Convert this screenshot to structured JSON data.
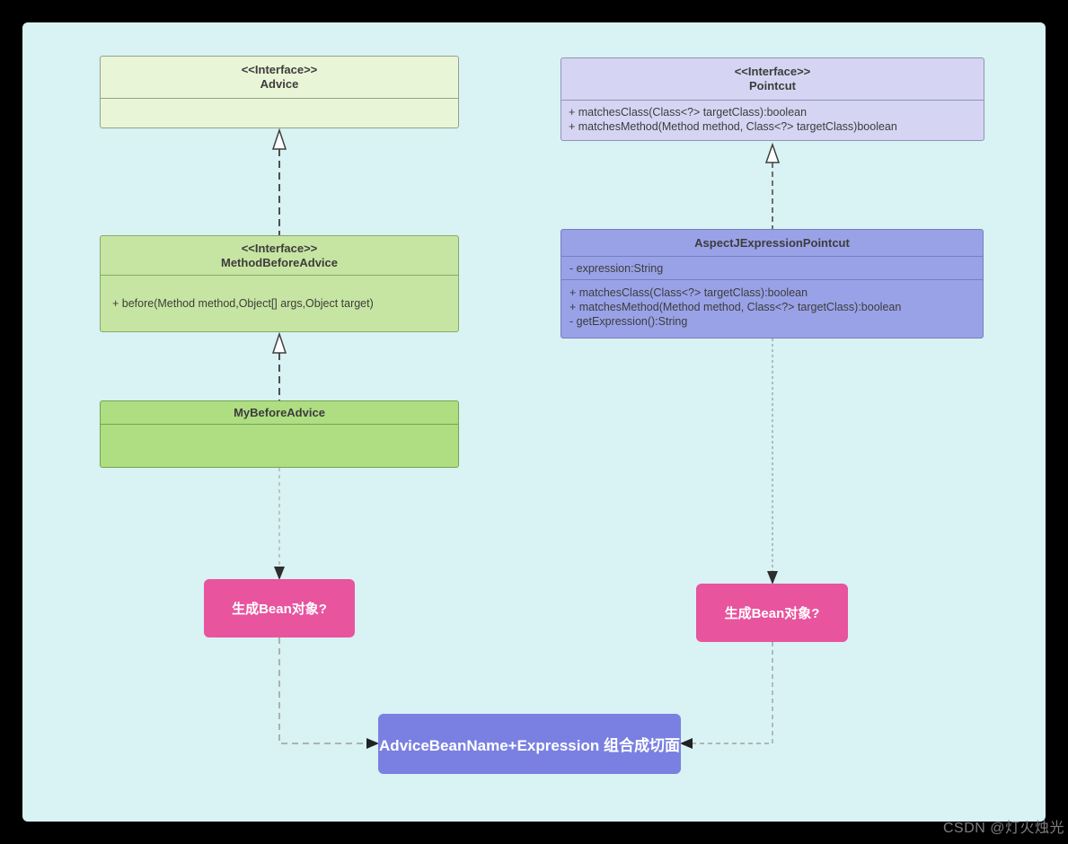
{
  "diagram": {
    "advice": {
      "stereotype": "<<Interface>>",
      "name": "Advice",
      "attributes": [],
      "methods": []
    },
    "method_before_advice": {
      "stereotype": "<<Interface>>",
      "name": "MethodBeforeAdvice",
      "attributes": [],
      "methods": [
        "+ before(Method method,Object[] args,Object target)"
      ]
    },
    "my_before_advice": {
      "name": "MyBeforeAdvice",
      "attributes": [],
      "methods": []
    },
    "pointcut": {
      "stereotype": "<<Interface>>",
      "name": "Pointcut",
      "attributes": [],
      "methods": [
        "+ matchesClass(Class<?> targetClass):boolean",
        "+ matchesMethod(Method method, Class<?> targetClass)boolean"
      ]
    },
    "aspectj_expression_pointcut": {
      "name": "AspectJExpressionPointcut",
      "attributes": [
        "- expression:String"
      ],
      "methods": [
        "+ matchesClass(Class<?> targetClass):boolean",
        "+ matchesMethod(Method method, Class<?> targetClass):boolean",
        "- getExpression():String"
      ]
    },
    "note_left": {
      "label": "生成Bean对象?"
    },
    "note_right": {
      "label": "生成Bean对象?"
    },
    "note_bottom": {
      "label": "AdviceBeanName+Expression 组合成切面"
    },
    "relations": [
      "MethodBeforeAdvice ..|> Advice",
      "MyBeforeAdvice ..|> MethodBeforeAdvice",
      "AspectJExpressionPointcut ..|> Pointcut",
      "MyBeforeAdvice ..> 生成Bean对象?",
      "AspectJExpressionPointcut ..> 生成Bean对象?",
      "生成Bean对象?(left) ..> AdviceBeanName+Expression 组合成切面",
      "生成Bean对象?(right) ..> AdviceBeanName+Expression 组合成切面"
    ]
  },
  "watermark": "CSDN @灯火烛光",
  "colors": {
    "canvas-bg": "#d9f2f3",
    "advice-fill": "#e9f5d7",
    "advice-border": "#95a18b",
    "interface-green-fill": "#c7e5a2",
    "interface-green-border": "#86ab63",
    "class-green-fill": "#aedd82",
    "class-green-border": "#76a551",
    "interface-purple-fill": "#d5d5f3",
    "interface-purple-border": "#9194b6",
    "class-purple-fill": "#99a2e7",
    "class-purple-border": "#767ec1",
    "note-pink": "#e8549e",
    "note-purple": "#7a80e1",
    "text": "#3c3c3c"
  }
}
